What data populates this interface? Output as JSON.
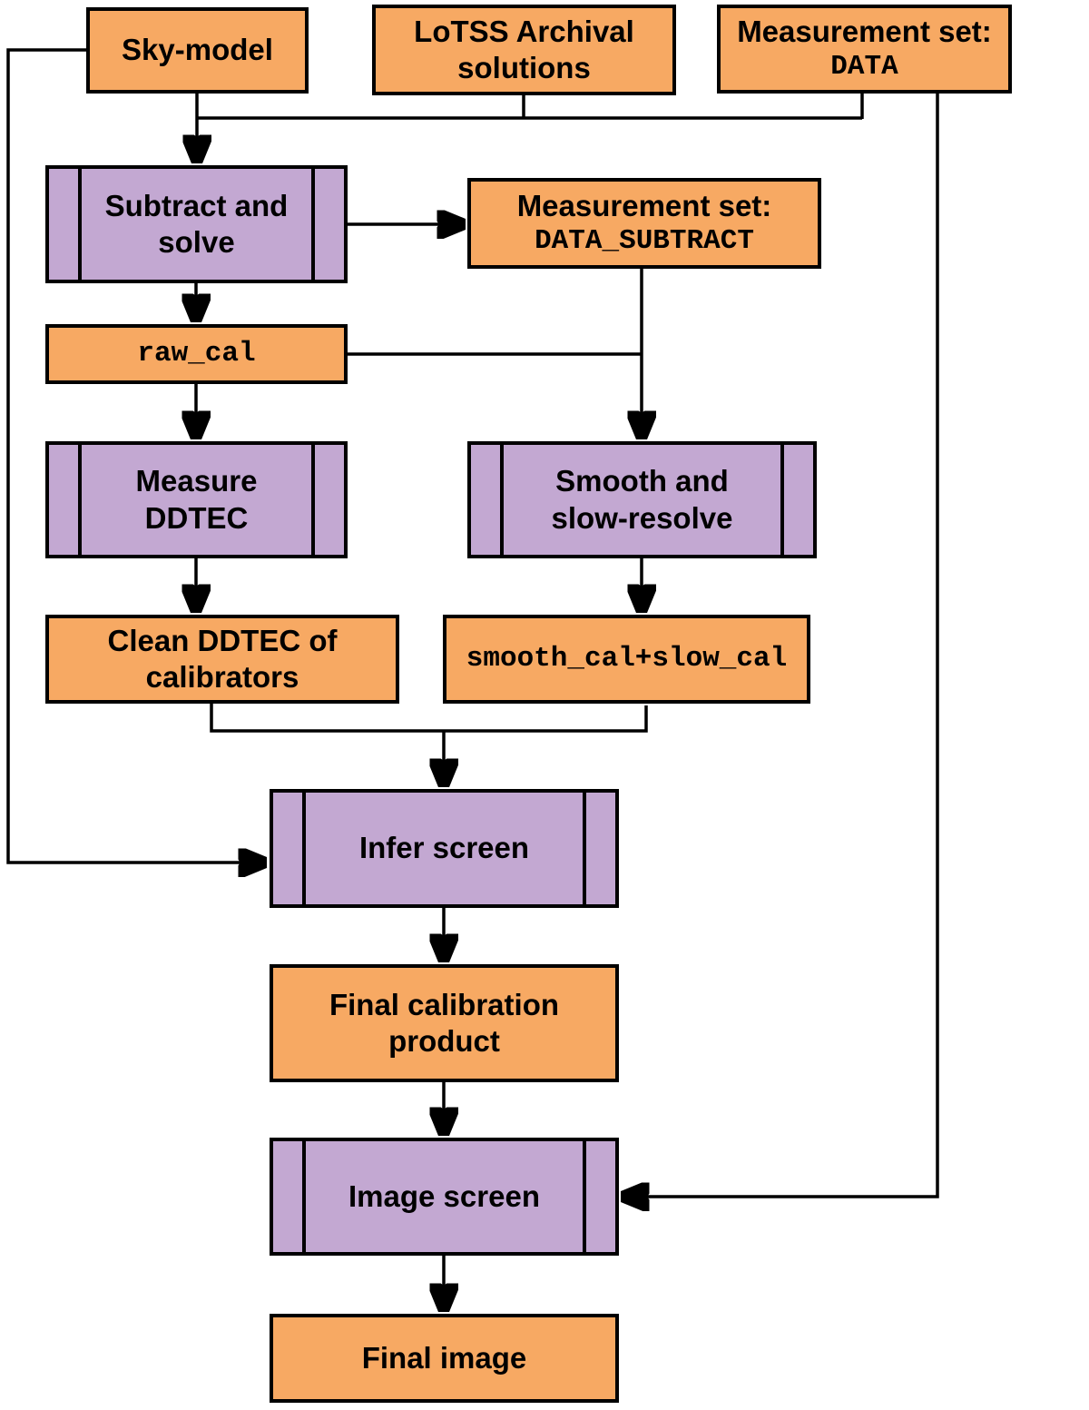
{
  "colors": {
    "background": "#ffffff",
    "box_orange": "#F7A963",
    "box_purple": "#C3A8D2",
    "line": "#000000"
  },
  "nodes": {
    "sky_model": {
      "line1": "Sky-model"
    },
    "lotss": {
      "line1": "LoTSS Archival",
      "line2": "solutions"
    },
    "ms_data": {
      "line1": "Measurement set:",
      "line2": "DATA"
    },
    "subtract_solve": {
      "line1": "Subtract and",
      "line2": "solve"
    },
    "ms_data_subtract": {
      "line1": "Measurement set:",
      "line2": "DATA_SUBTRACT"
    },
    "raw_cal": {
      "line1": "raw_cal"
    },
    "measure_ddtec": {
      "line1": "Measure DDTEC"
    },
    "smooth_slow": {
      "line1": "Smooth and",
      "line2": "slow-resolve"
    },
    "clean_ddtec": {
      "line1": "Clean DDTEC of",
      "line2": "calibrators"
    },
    "smooth_cal": {
      "line1": "smooth_cal+slow_cal"
    },
    "infer_screen": {
      "line1": "Infer screen"
    },
    "final_cal": {
      "line1": "Final calibration",
      "line2": "product"
    },
    "image_screen": {
      "line1": "Image screen"
    },
    "final_image": {
      "line1": "Final image"
    }
  }
}
